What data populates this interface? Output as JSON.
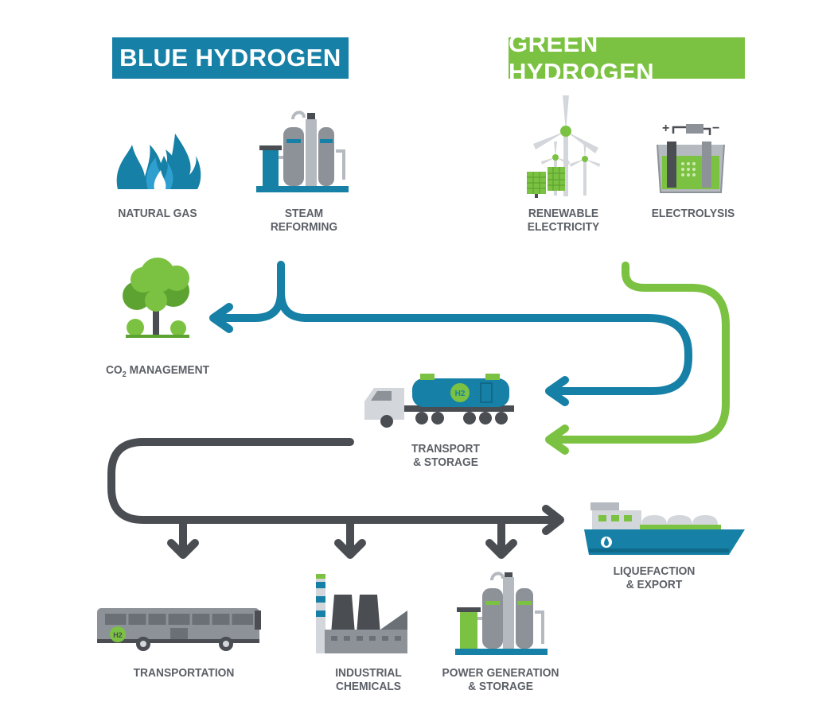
{
  "headers": {
    "blue": "BLUE HYDROGEN",
    "green": "GREEN HYDROGEN"
  },
  "labels": {
    "natural_gas": "NATURAL GAS",
    "steam_reforming": "STEAM\nREFORMING",
    "renewable_electricity": "RENEWABLE\nELECTRICITY",
    "electrolysis": "ELECTROLYSIS",
    "co2_prefix": "CO",
    "co2_sub": "2",
    "co2_suffix": " MANAGEMENT",
    "transport_storage": "TRANSPORT\n& STORAGE",
    "liquefaction_export": "LIQUEFACTION\n& EXPORT",
    "transportation": "TRANSPORTATION",
    "industrial_chemicals": "INDUSTRIAL\nCHEMICALS",
    "power_generation": "POWER GENERATION\n& STORAGE"
  },
  "badges": {
    "truck": "H2",
    "bus": "H2"
  },
  "colors": {
    "blue": "#1680a6",
    "green": "#7cc242",
    "dark_gray": "#4a4d52",
    "text_gray": "#5b5f66"
  },
  "icons": [
    "flame-icon",
    "steam-reformer-icon",
    "wind-solar-icon",
    "electrolysis-icon",
    "tree-icon",
    "truck-icon",
    "ship-icon",
    "bus-icon",
    "factory-icon",
    "power-plant-icon"
  ]
}
